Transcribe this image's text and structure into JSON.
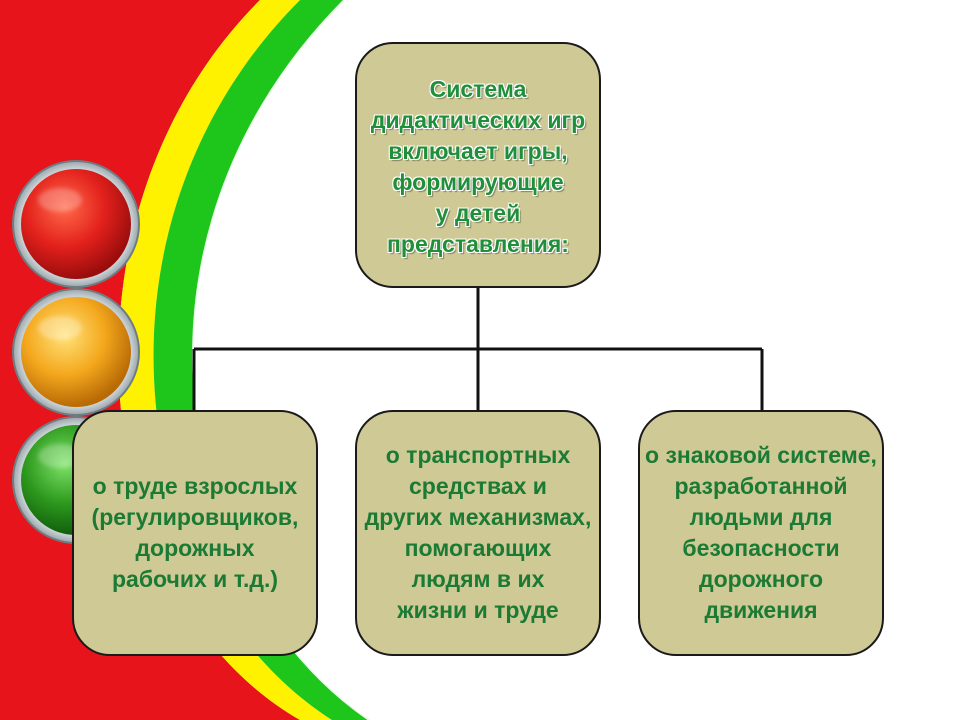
{
  "colors": {
    "stripe_red": "#e8141b",
    "stripe_yellow": "#fff200",
    "stripe_green": "#1ec51a",
    "box_fill": "#cfc996",
    "text_green": "#1b7a34",
    "light_red": "#e3211c",
    "light_yellow": "#f4a81d",
    "light_green": "#2e9a1e"
  },
  "decor": {
    "traffic_light_icon": "traffic-light-icon"
  },
  "diagram": {
    "root": {
      "text": "Система\nдидактических игр\nвключает игры,\nформирующие\nу детей\nпредставления:"
    },
    "children": [
      {
        "text": "о труде взрослых\n(регулировщиков,\nдорожных\nрабочих и т.д.)"
      },
      {
        "text": "о транспортных\nсредствах и\nдругих механизмах,\nпомогающих\nлюдям в их\nжизни и труде"
      },
      {
        "text": "о знаковой системе,\nразработанной\nлюдьми для\nбезопасности\nдорожного\nдвижения"
      }
    ]
  }
}
